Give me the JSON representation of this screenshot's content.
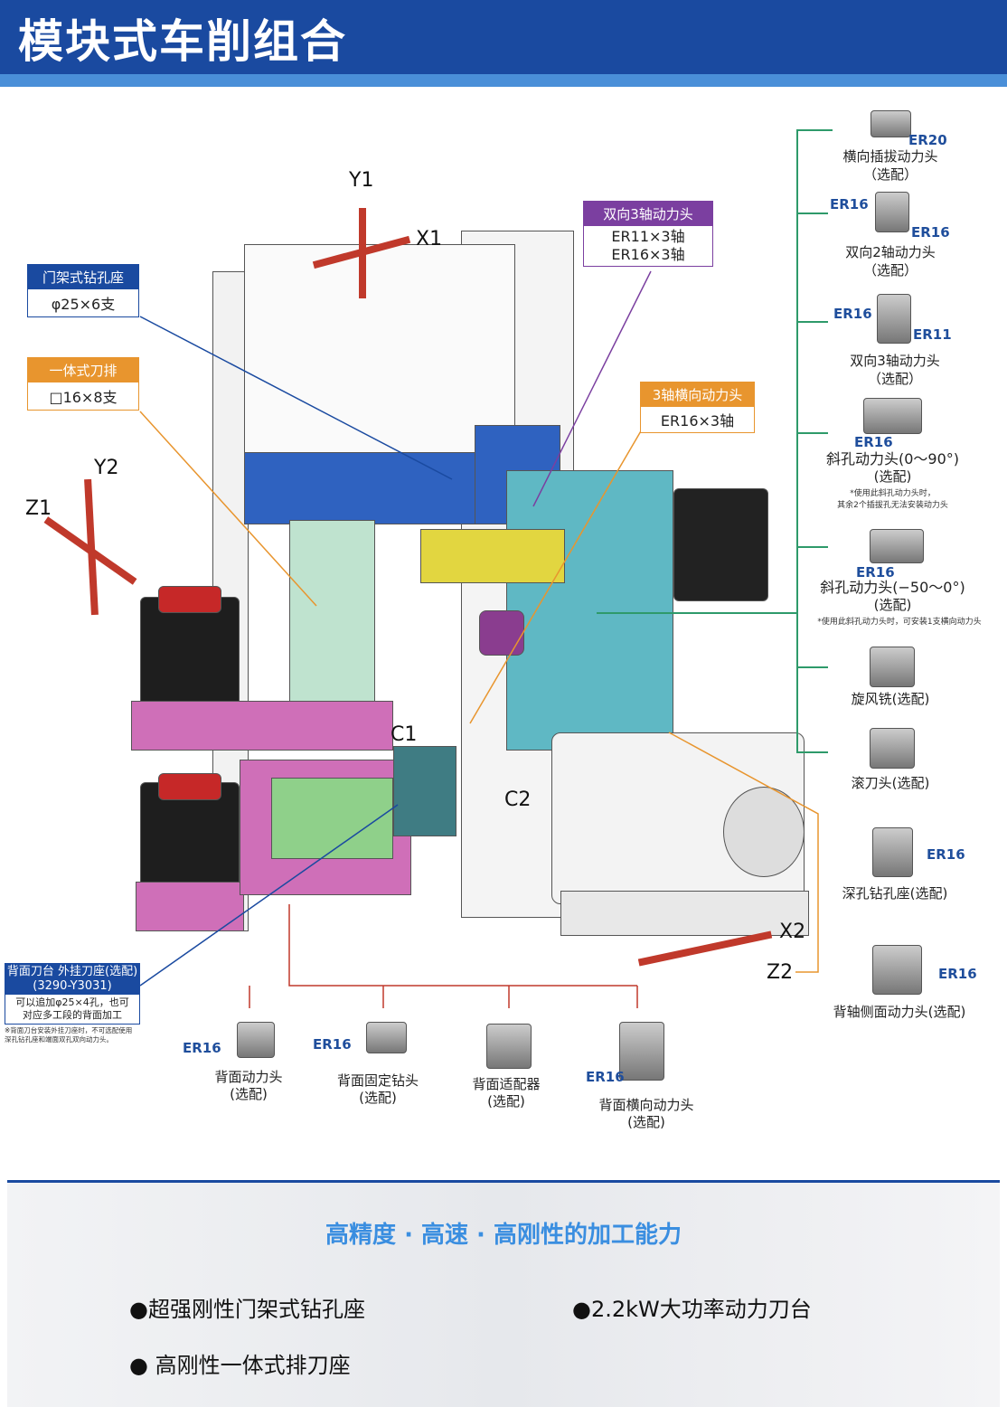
{
  "header": {
    "title": "模块式车削组合"
  },
  "axes": {
    "y1": "Y1",
    "x1": "X1",
    "y2": "Y2",
    "z1": "Z1",
    "c1": "C1",
    "c2": "C2",
    "x2": "X2",
    "z2": "Z2"
  },
  "callouts": {
    "gantry": {
      "title": "门架式钻孔座",
      "value": "φ25×6支"
    },
    "gang": {
      "title": "一体式刀排",
      "value": "□16×8支"
    },
    "bidir": {
      "title": "双向3轴动力头",
      "values": [
        "ER11×3轴",
        "ER16×3轴"
      ]
    },
    "cross": {
      "title": "3轴横向动力头",
      "value": "ER16×3轴"
    },
    "back": {
      "title": "背面刀台 外挂刀座(选配)",
      "code": "(3290-Y3031)",
      "desc": [
        "可以追加φ25×4孔，也可",
        "对应多工段的背面加工"
      ],
      "note": [
        "※背面刀台安装外挂刀座时，不可选配使用",
        "深孔钻孔座和端面双孔双向动力头。"
      ]
    }
  },
  "right_items": [
    {
      "er": [
        "ER20"
      ],
      "name": "横向插拔动力头",
      "opt": "（选配）"
    },
    {
      "er": [
        "ER16",
        "ER16"
      ],
      "name": "双向2轴动力头",
      "opt": "（选配）"
    },
    {
      "er": [
        "ER16",
        "ER11"
      ],
      "name": "双向3轴动力头",
      "opt": "（选配）"
    },
    {
      "er": [
        "ER16"
      ],
      "name": "斜孔动力头(0～90°)",
      "opt": "(选配)",
      "note": [
        "*使用此斜孔动力头时，",
        "其余2个插拔孔无法安装动力头"
      ]
    },
    {
      "er": [
        "ER16"
      ],
      "name": "斜孔动力头(−50～0°)",
      "opt": "(选配)",
      "note": [
        "*使用此斜孔动力头时，可安装1支横向动力头"
      ]
    },
    {
      "name": "旋风铣(选配)"
    },
    {
      "name": "滚刀头(选配)"
    },
    {
      "er": [
        "ER16"
      ],
      "name": "深孔钻孔座(选配)"
    },
    {
      "er": [
        "ER16"
      ],
      "name": "背轴侧面动力头(选配)"
    }
  ],
  "bottom_items": [
    {
      "er": "ER16",
      "name": "背面动力头",
      "opt": "(选配)"
    },
    {
      "er": "ER16",
      "name": "背面固定钻头",
      "opt": "(选配)"
    },
    {
      "name": "背面适配器",
      "opt": "(选配)"
    },
    {
      "er": "ER16",
      "name": "背面横向动力头",
      "opt": "(选配)"
    }
  ],
  "features": {
    "title": "高精度 · 高速 · 高刚性的加工能力",
    "bullets": [
      "●超强刚性门架式钻孔座",
      "●2.2kW大功率动力刀台",
      "● 高刚性一体式排刀座"
    ]
  },
  "colors": {
    "header": "#1a4aa0",
    "accent": "#3a8ee0",
    "gang": "#e8952e",
    "leader_green": "#2e9a6a",
    "arrow_red": "#c0392b"
  }
}
